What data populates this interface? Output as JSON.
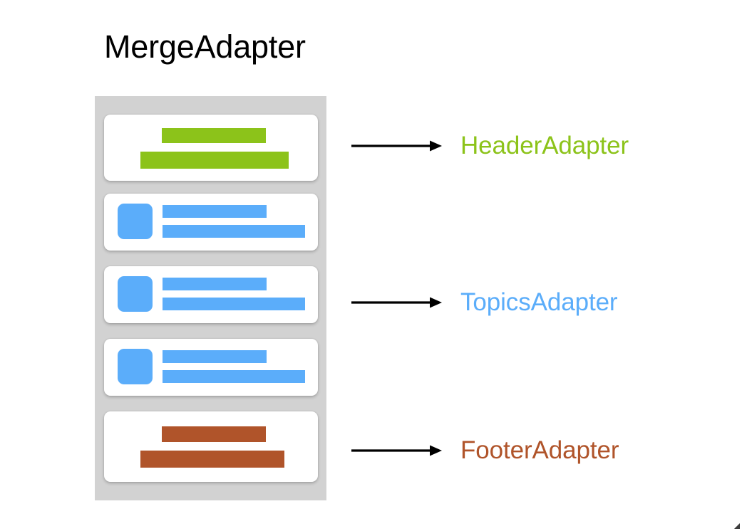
{
  "page": {
    "title": "MergeAdapter",
    "background": "#ffffff"
  },
  "palette": {
    "container_gray": "#d2d2d2",
    "card_white": "#ffffff",
    "header_green": "#8cc31a",
    "topic_blue": "#5badfa",
    "footer_rust": "#b0542a",
    "arrow_black": "#000000",
    "title_black": "#000000"
  },
  "recycler": {
    "name": "MergeAdapter",
    "cards": [
      {
        "id": "header",
        "type": "header-card",
        "has_avatar": false,
        "color": "#8cc31a",
        "bars": 2
      },
      {
        "id": "topic-1",
        "type": "topic-card",
        "has_avatar": true,
        "color": "#5badfa",
        "bars": 2
      },
      {
        "id": "topic-2",
        "type": "topic-card",
        "has_avatar": true,
        "color": "#5badfa",
        "bars": 2
      },
      {
        "id": "topic-3",
        "type": "topic-card",
        "has_avatar": true,
        "color": "#5badfa",
        "bars": 2
      },
      {
        "id": "footer",
        "type": "footer-card",
        "has_avatar": false,
        "color": "#b0542a",
        "bars": 2
      }
    ]
  },
  "callouts": [
    {
      "id": "header",
      "label": "HeaderAdapter",
      "color": "#8cc31a",
      "icon": "arrow-right-icon"
    },
    {
      "id": "topics",
      "label": "TopicsAdapter",
      "color": "#5badfa",
      "icon": "arrow-right-icon"
    },
    {
      "id": "footer",
      "label": "FooterAdapter",
      "color": "#b0542a",
      "icon": "arrow-right-icon"
    }
  ]
}
